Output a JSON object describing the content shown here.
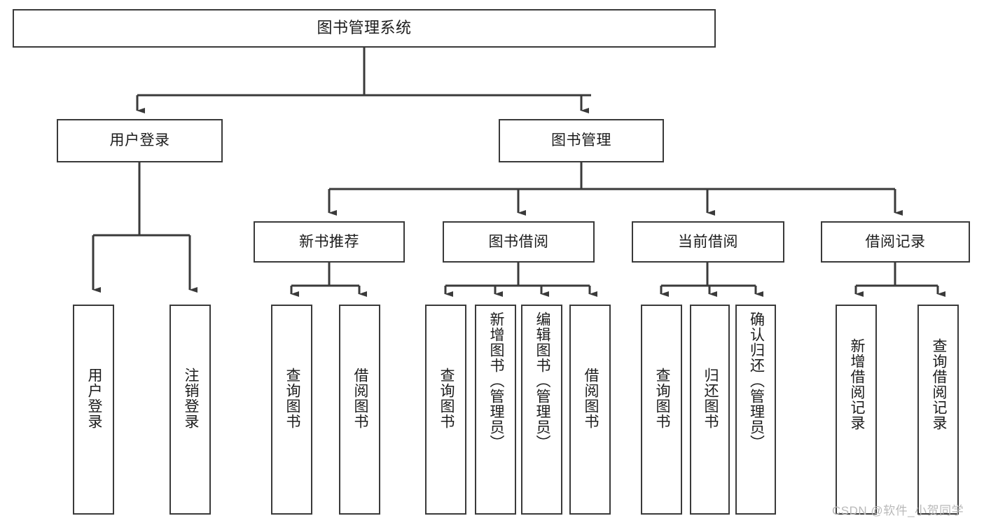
{
  "diagram": {
    "title": "图书管理系统",
    "type": "hierarchy-tree",
    "root": {
      "label": "图书管理系统",
      "level": 0
    },
    "level1": [
      {
        "label": "用户登录"
      },
      {
        "label": "图书管理"
      }
    ],
    "level2": [
      {
        "label": "新书推荐"
      },
      {
        "label": "图书借阅"
      },
      {
        "label": "当前借阅"
      },
      {
        "label": "借阅记录"
      }
    ],
    "leaves": {
      "user_login": [
        {
          "label": "用户登录"
        },
        {
          "label": "注销登录"
        }
      ],
      "new_book_recommend": [
        {
          "label": "查询图书"
        },
        {
          "label": "借阅图书"
        }
      ],
      "book_borrow": [
        {
          "label": "查询图书"
        },
        {
          "label": "新增图书（管理员）"
        },
        {
          "label": "编辑图书（管理员）"
        },
        {
          "label": "借阅图书"
        }
      ],
      "current_borrow": [
        {
          "label": "查询图书"
        },
        {
          "label": "归还图书"
        },
        {
          "label": "确认归还（管理员）"
        }
      ],
      "borrow_record": [
        {
          "label": "新增借阅记录"
        },
        {
          "label": "查询借阅记录"
        }
      ]
    }
  },
  "watermark": {
    "text": "CSDN @软件_小贺同学"
  },
  "colors": {
    "stroke": "#3a3a3a",
    "text": "#1c1c1c",
    "background": "#ffffff",
    "watermark": "#b9b9b9"
  }
}
